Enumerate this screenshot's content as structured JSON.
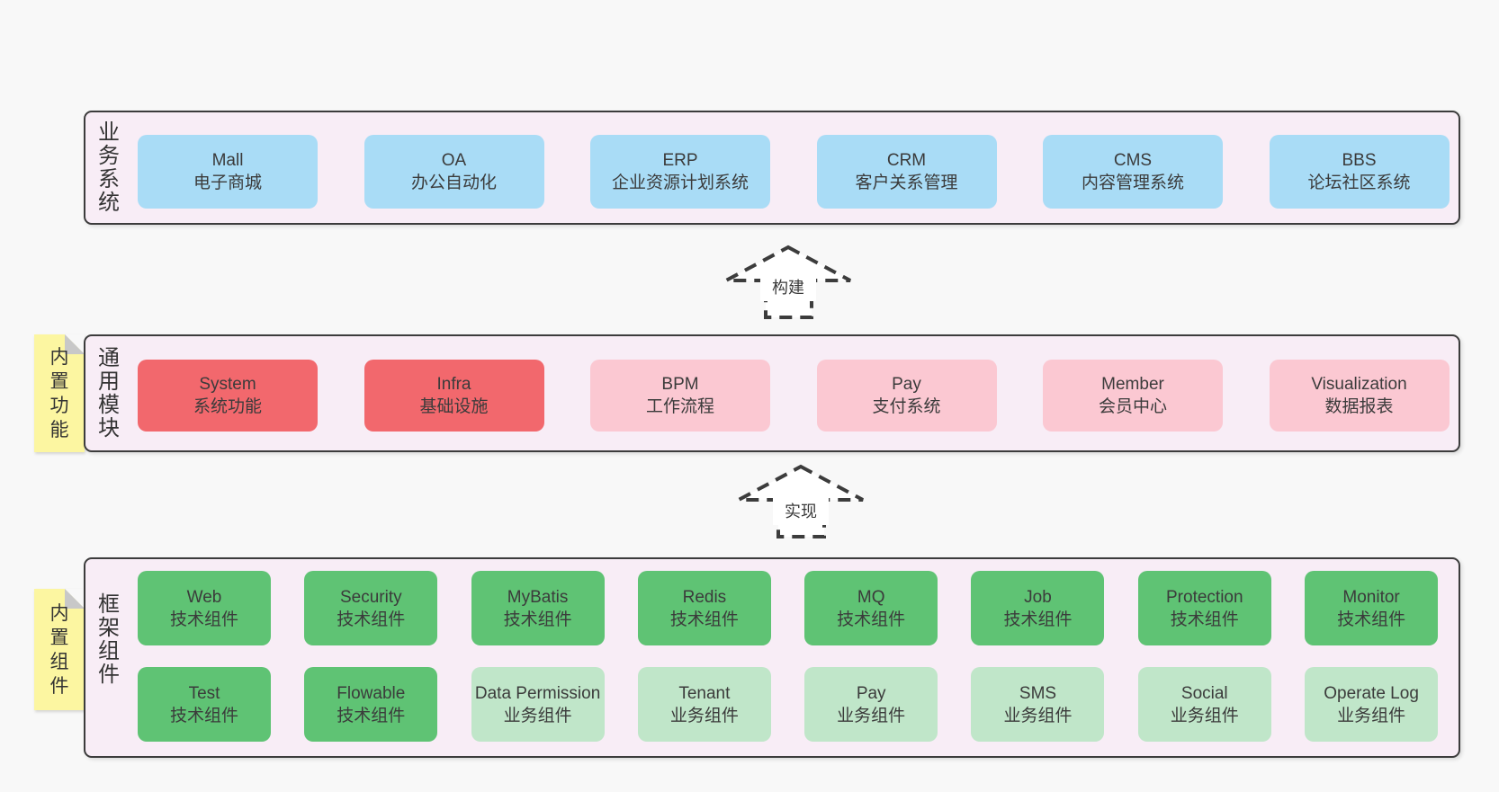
{
  "page": {
    "background": "#f8f8f8"
  },
  "colors": {
    "blue": "#a9dcf6",
    "red": "#f2686d",
    "pink": "#fbc8d2",
    "green": "#5fc374",
    "lightgreen": "#c0e6c9",
    "sticky_yellow": "#fcf6a1",
    "sticky_fold": "#c8c8c8",
    "container_bg": "#f8edf6",
    "container_border": "#3c3c3c",
    "text": "#3b3b3b"
  },
  "arrows": [
    {
      "label": "构建"
    },
    {
      "label": "实现"
    }
  ],
  "sections": [
    {
      "id": "business-systems",
      "label": "业务系统",
      "boxes": [
        {
          "name": "Mall",
          "desc": "电子商城",
          "variant": "blue"
        },
        {
          "name": "OA",
          "desc": "办公自动化",
          "variant": "blue"
        },
        {
          "name": "ERP",
          "desc": "企业资源计划系统",
          "variant": "blue"
        },
        {
          "name": "CRM",
          "desc": "客户关系管理",
          "variant": "blue"
        },
        {
          "name": "CMS",
          "desc": "内容管理系统",
          "variant": "blue"
        },
        {
          "name": "BBS",
          "desc": "论坛社区系统",
          "variant": "blue"
        }
      ]
    },
    {
      "id": "common-modules",
      "label": "通用模块",
      "sticky": "内置功能",
      "boxes": [
        {
          "name": "System",
          "desc": "系统功能",
          "variant": "red"
        },
        {
          "name": "Infra",
          "desc": "基础设施",
          "variant": "red"
        },
        {
          "name": "BPM",
          "desc": "工作流程",
          "variant": "pink"
        },
        {
          "name": "Pay",
          "desc": "支付系统",
          "variant": "pink"
        },
        {
          "name": "Member",
          "desc": "会员中心",
          "variant": "pink"
        },
        {
          "name": "Visualization",
          "desc": "数据报表",
          "variant": "pink"
        }
      ]
    },
    {
      "id": "framework-components",
      "label": "框架组件",
      "sticky": "内置组件",
      "rows": [
        [
          {
            "name": "Web",
            "desc": "技术组件",
            "variant": "green"
          },
          {
            "name": "Security",
            "desc": "技术组件",
            "variant": "green"
          },
          {
            "name": "MyBatis",
            "desc": "技术组件",
            "variant": "green"
          },
          {
            "name": "Redis",
            "desc": "技术组件",
            "variant": "green"
          },
          {
            "name": "MQ",
            "desc": "技术组件",
            "variant": "green"
          },
          {
            "name": "Job",
            "desc": "技术组件",
            "variant": "green"
          },
          {
            "name": "Protection",
            "desc": "技术组件",
            "variant": "green"
          },
          {
            "name": "Monitor",
            "desc": "技术组件",
            "variant": "green"
          }
        ],
        [
          {
            "name": "Test",
            "desc": "技术组件",
            "variant": "green"
          },
          {
            "name": "Flowable",
            "desc": "技术组件",
            "variant": "green"
          },
          {
            "name": "Data Permission",
            "desc": "业务组件",
            "variant": "lightgreen"
          },
          {
            "name": "Tenant",
            "desc": "业务组件",
            "variant": "lightgreen"
          },
          {
            "name": "Pay",
            "desc": "业务组件",
            "variant": "lightgreen"
          },
          {
            "name": "SMS",
            "desc": "业务组件",
            "variant": "lightgreen"
          },
          {
            "name": "Social",
            "desc": "业务组件",
            "variant": "lightgreen"
          },
          {
            "name": "Operate Log",
            "desc": "业务组件",
            "variant": "lightgreen"
          }
        ]
      ]
    }
  ]
}
